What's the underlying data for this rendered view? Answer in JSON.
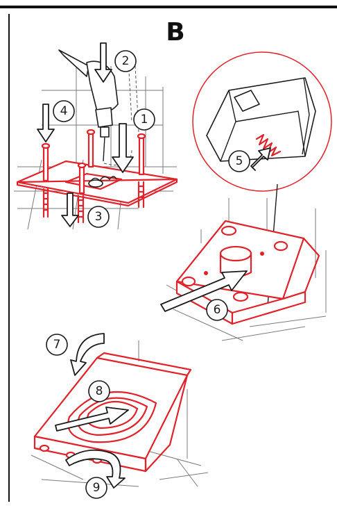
{
  "header_letter": "B",
  "steps": [
    "1",
    "2",
    "3",
    "4",
    "5",
    "6",
    "7",
    "8",
    "9"
  ],
  "colors": {
    "accent": "#e0222a",
    "ink": "#1a1a1a",
    "grid": "#7a7a7a"
  }
}
